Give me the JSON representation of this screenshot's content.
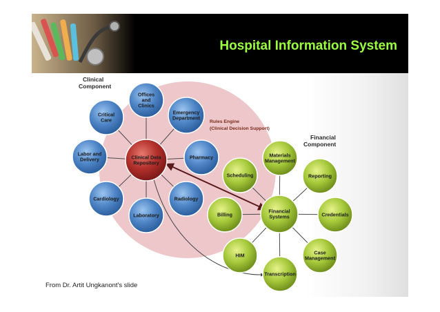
{
  "title": "Hospital Information System",
  "credit": "From Dr. Artit Ungkanont's slide",
  "colors": {
    "title": "#9bff3f",
    "header_bg": "#000000",
    "clinical_node": "#4f86c7",
    "clinical_hub": "#b3302c",
    "financial_node": "#a6c93b",
    "rules_engine_circle": "#e7b4b8"
  },
  "clinical": {
    "label_line1": "Clinical",
    "label_line2": "Component",
    "hub": [
      "Clinical Data",
      "Repository"
    ],
    "nodes": [
      {
        "id": "offices",
        "lines": [
          "Offices",
          "and",
          "Clinics"
        ]
      },
      {
        "id": "emergency",
        "lines": [
          "Emergency",
          "Department"
        ]
      },
      {
        "id": "pharmacy",
        "lines": [
          "Pharmacy"
        ]
      },
      {
        "id": "radiology",
        "lines": [
          "Radiology"
        ]
      },
      {
        "id": "laboratory",
        "lines": [
          "Laboratory"
        ]
      },
      {
        "id": "cardiology",
        "lines": [
          "Cardiology"
        ]
      },
      {
        "id": "labor",
        "lines": [
          "Labor and",
          "Delivery"
        ]
      },
      {
        "id": "critical",
        "lines": [
          "Critical",
          "Care"
        ]
      }
    ]
  },
  "rules_engine": {
    "line1": "Rules Engine",
    "line2": "(Clinical Decision Support)"
  },
  "financial": {
    "label_line1": "Financial",
    "label_line2": "Component",
    "hub": [
      "Financial",
      "Systems"
    ],
    "nodes": [
      {
        "id": "materials",
        "lines": [
          "Materials",
          "Management"
        ]
      },
      {
        "id": "reporting",
        "lines": [
          "Reporting"
        ]
      },
      {
        "id": "credentials",
        "lines": [
          "Credentials"
        ]
      },
      {
        "id": "case",
        "lines": [
          "Case",
          "Management"
        ]
      },
      {
        "id": "transcription",
        "lines": [
          "Transcription"
        ]
      },
      {
        "id": "him",
        "lines": [
          "HIM"
        ]
      },
      {
        "id": "billing",
        "lines": [
          "Billing"
        ]
      },
      {
        "id": "scheduling",
        "lines": [
          "Scheduling"
        ]
      }
    ]
  }
}
